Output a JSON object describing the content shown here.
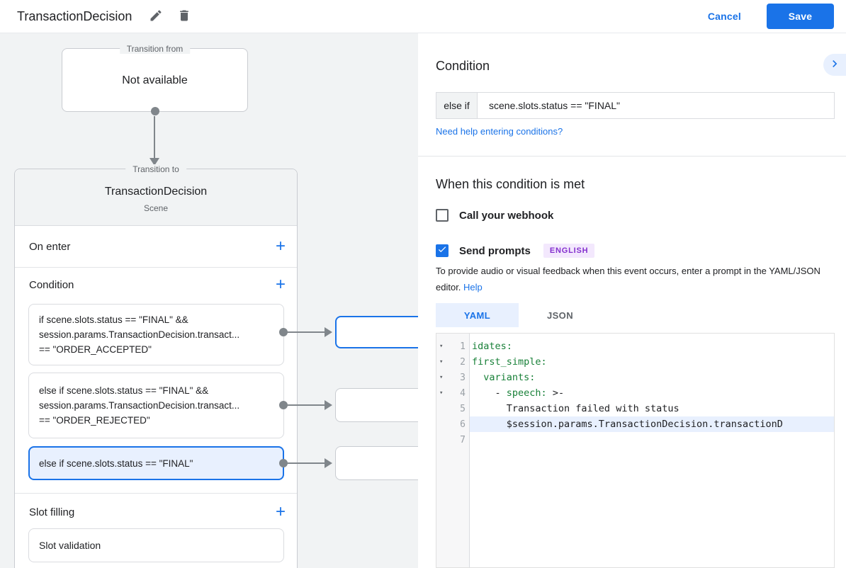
{
  "header": {
    "title": "TransactionDecision",
    "cancel": "Cancel",
    "save": "Save"
  },
  "graph": {
    "from_legend": "Transition from",
    "from_value": "Not available",
    "to_legend": "Transition to",
    "to_title": "TransactionDecision",
    "to_subtitle": "Scene",
    "on_enter_label": "On enter",
    "condition_label": "Condition",
    "slot_filling_label": "Slot filling",
    "slot_item": "Slot validation",
    "add": "+",
    "conditions": [
      {
        "line1": "if scene.slots.status == \"FINAL\" &&",
        "line2": "session.params.TransactionDecision.transact...",
        "line3": "== \"ORDER_ACCEPTED\""
      },
      {
        "line1": "else if scene.slots.status == \"FINAL\" &&",
        "line2": "session.params.TransactionDecision.transact...",
        "line3": "== \"ORDER_REJECTED\""
      },
      {
        "line1": "else if scene.slots.status == \"FINAL\""
      }
    ]
  },
  "panel": {
    "title": "Condition",
    "condition_prefix": "else if",
    "condition_value": "scene.slots.status == \"FINAL\"",
    "help_link": "Need help entering conditions?",
    "when_title": "When this condition is met",
    "webhook_label": "Call your webhook",
    "prompts_label": "Send prompts",
    "language_badge": "ENGLISH",
    "hint_text": "To provide audio or visual feedback when this event occurs, enter a prompt in the YAML/JSON editor.",
    "hint_link": "Help",
    "tab_yaml": "YAML",
    "tab_json": "JSON",
    "code": {
      "lines": [
        {
          "num": "1",
          "pre": "",
          "key": "idates:",
          "post": ""
        },
        {
          "num": "2",
          "pre": "",
          "key": "first_simple:",
          "post": ""
        },
        {
          "num": "3",
          "pre": "  ",
          "key": "variants:",
          "post": ""
        },
        {
          "num": "4",
          "pre": "    - ",
          "key": "speech:",
          "post": " >-"
        },
        {
          "num": "5",
          "pre": "      Transaction failed with status",
          "key": "",
          "post": ""
        },
        {
          "num": "6",
          "pre": "      $session.params.TransactionDecision.transactionD",
          "key": "",
          "post": ""
        },
        {
          "num": "7",
          "pre": "",
          "key": "",
          "post": ""
        }
      ]
    }
  },
  "colors": {
    "accent_blue": "#1a73e8",
    "selection_blue_bg": "#e8f0fe",
    "code_key_green": "#188038",
    "badge_purple_text": "#8430ce",
    "badge_purple_bg": "#f3e8fd",
    "graph_bg": "#f1f3f4",
    "connector_gray": "#80868b"
  }
}
